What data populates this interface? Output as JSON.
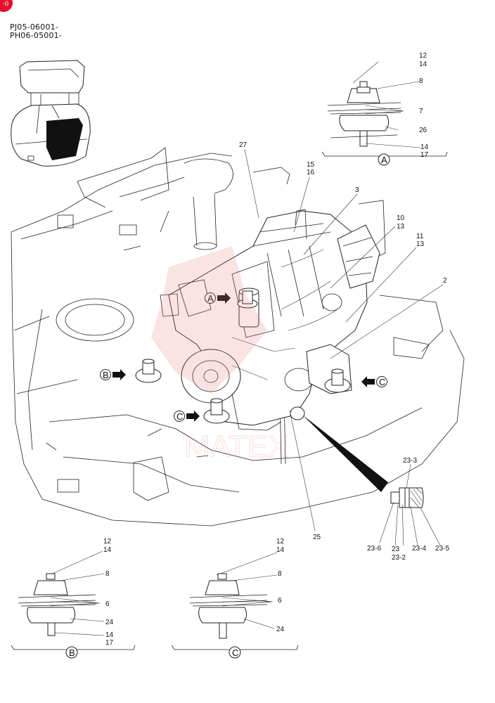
{
  "header": {
    "badge_text": "-0",
    "serial_1": "PJ05-06001-",
    "serial_2": "PH06-05001-",
    "badge_color": "#e8112d"
  },
  "watermark": {
    "text": "MATEX",
    "color": "#e88080"
  },
  "main_labels": {
    "l27": "27",
    "l15": "15",
    "l16": "16",
    "l3": "3",
    "l10": "10",
    "l13a": "13",
    "l11": "11",
    "l13b": "13",
    "l2": "2",
    "l25": "25"
  },
  "callouts": {
    "A": "A",
    "B": "B",
    "C1": "C",
    "C2": "C"
  },
  "detail_a": {
    "letter": "A",
    "l12": "12",
    "l14a": "14",
    "l8": "8",
    "l7": "7",
    "l26": "26",
    "l14b": "14",
    "l17": "17"
  },
  "detail_b": {
    "letter": "B",
    "l12": "12",
    "l14a": "14",
    "l8": "8",
    "l6": "6",
    "l24": "24",
    "l14b": "14",
    "l17": "17"
  },
  "detail_c": {
    "letter": "C",
    "l12": "12",
    "l14": "14",
    "l8": "8",
    "l6": "6",
    "l24": "24"
  },
  "detail_23": {
    "l23_3": "23-3",
    "l23_6": "23-6",
    "l23": "23",
    "l23_2": "23-2",
    "l23_4": "23-4",
    "l23_5": "23-5"
  }
}
